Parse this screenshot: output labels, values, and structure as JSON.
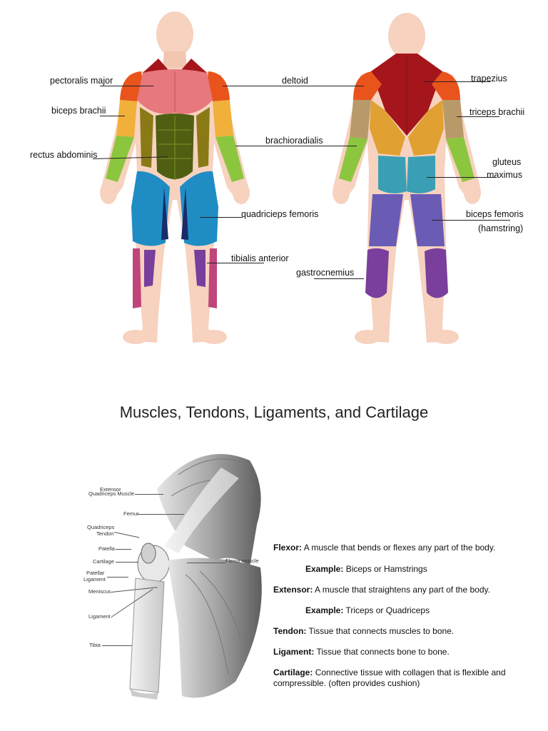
{
  "anatomy_labels": {
    "pectoralis_major": "pectoralis major",
    "biceps_brachii": "biceps brachii",
    "rectus_abdominis": "rectus abdominis",
    "deltoid": "deltoid",
    "brachioradialis": "brachioradialis",
    "quadriceps_femoris": "quadricieps femoris",
    "tibialis_anterior": "tibialis anterior",
    "gastrocnemius": "gastrocnemius",
    "trapezius": "trapezius",
    "triceps_brachii": "triceps brachii",
    "gluteus_line1": "gluteus",
    "gluteus_line2": "maximus",
    "biceps_femoris_line1": "biceps femoris",
    "biceps_femoris_line2": "(hamstring)"
  },
  "section_title": "Muscles, Tendons, Ligaments, and Cartilage",
  "knee_labels": {
    "extensor_1": "Extensor",
    "extensor_2": "Quadriceps Muscle",
    "femur": "Femur",
    "quad_tendon_1": "Quadriceps",
    "quad_tendon_2": "Tendon",
    "patella": "Patella",
    "cartilage": "Cartilage",
    "patellar_lig_1": "Patellar",
    "patellar_lig_2": "Ligament",
    "meniscus": "Meniscus",
    "ligament": "Ligament",
    "tibia": "Tibia",
    "flexor_muscle": "Flexor muscle"
  },
  "definitions": {
    "flexor_term": "Flexor:",
    "flexor_text": " A muscle that bends or flexes any part of the body.",
    "flexor_ex_term": "Example:",
    "flexor_ex_text": " Biceps or Hamstrings",
    "extensor_term": "Extensor:",
    "extensor_text": " A muscle that straightens any part of the body.",
    "extensor_ex_term": "Example:",
    "extensor_ex_text": " Triceps or Quadriceps",
    "tendon_term": "Tendon:",
    "tendon_text": " Tissue that connects muscles to bone.",
    "ligament_term": "Ligament:",
    "ligament_text": " Tissue that connects bone to bone.",
    "cartilage_term": "Cartilage:",
    "cartilage_text": " Connective tissue with collagen that is flexible and compressible. (often provides cushion)"
  },
  "colors": {
    "skin": "#f6d2bf",
    "pectoral": "#e7787d",
    "deltoid": "#e9541c",
    "trapezius": "#a4161b",
    "biceps": "#f1b03a",
    "abs": "#4e5f12",
    "forearm": "#8cc63f",
    "quad": "#1f8dc4",
    "gluteus": "#3a9fb5",
    "hamstring": "#6a5bb5",
    "calf": "#7a3e9d",
    "tibialis": "#c0457a"
  }
}
